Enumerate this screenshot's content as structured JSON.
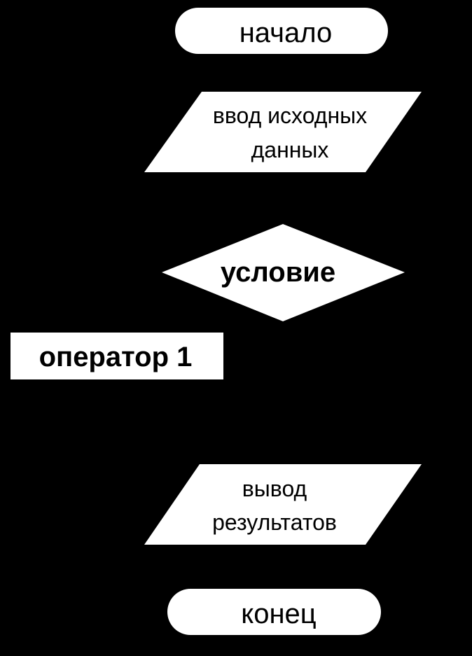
{
  "diagram": {
    "start": {
      "label": "начало"
    },
    "input": {
      "line1": "ввод исходных",
      "line2": "данных"
    },
    "condition": {
      "label": "условие"
    },
    "operator1": {
      "label": "оператор 1"
    },
    "output": {
      "line1": "вывод",
      "line2": "результатов"
    },
    "end": {
      "label": "конец"
    }
  },
  "colors": {
    "background": "#000000",
    "shape_fill": "#ffffff",
    "text": "#000000"
  }
}
